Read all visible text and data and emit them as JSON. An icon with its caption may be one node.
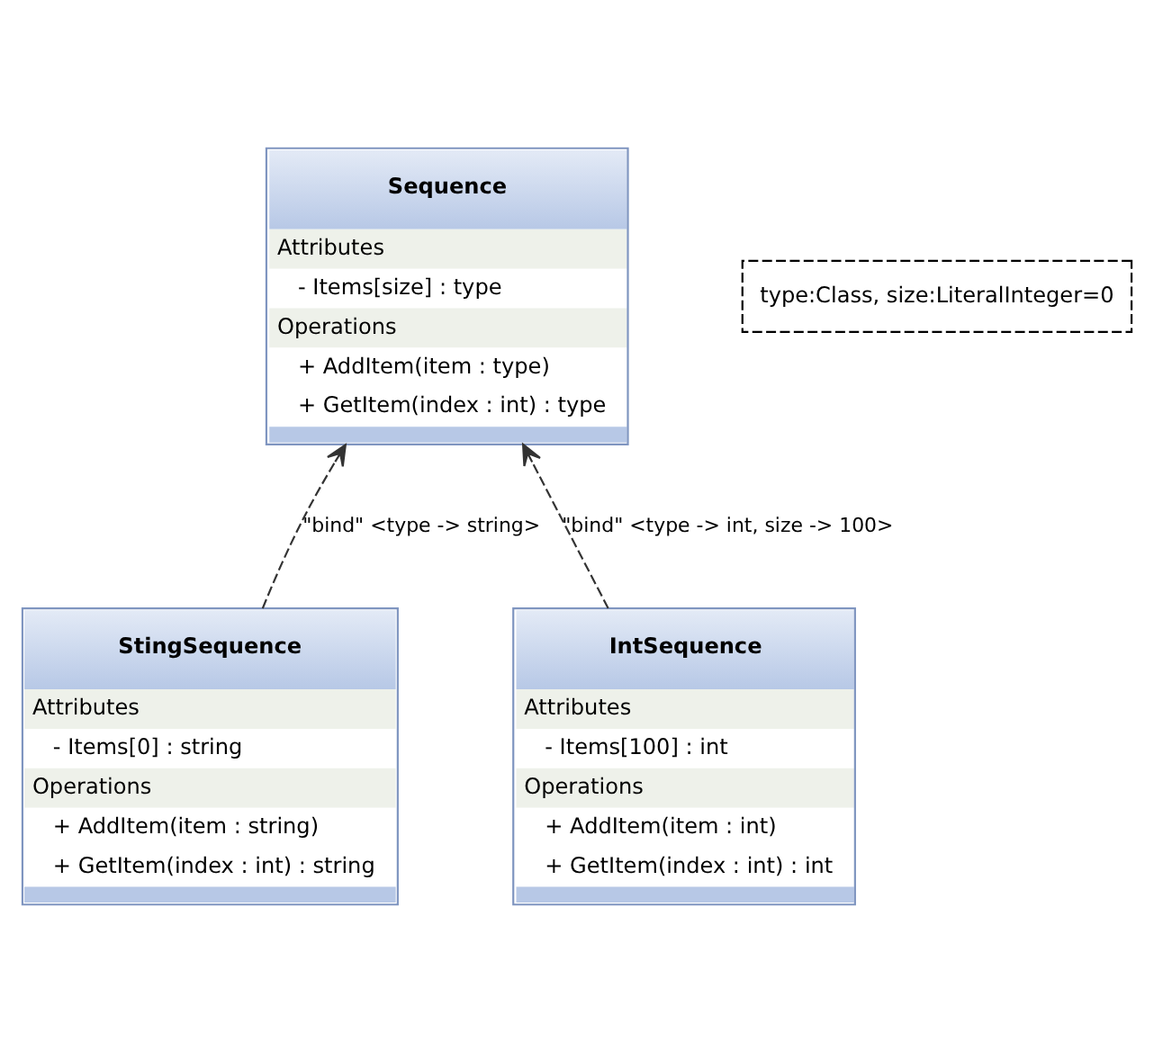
{
  "diagram": {
    "nodes": [
      {
        "text": [
          "Sequence",
          "Attributes",
          "- Items[size] : type",
          "Operations",
          "+ AddItem(item : type)",
          "+ GetItem(index : int) : type"
        ]
      },
      {
        "text": [
          "type:Class, size:LiteralInteger=0"
        ]
      },
      {
        "text": [
          "StingSequence",
          "Attributes",
          "- Items[0] : string",
          "Operations",
          "+ AddItem(item : string)",
          "+ GetItem(index : int) : string"
        ]
      },
      {
        "text": [
          "IntSequence",
          "Attributes",
          "- Items[100] : int",
          "Operations",
          "+ AddItem(item : int)",
          "+ GetItem(index : int) : int"
        ]
      }
    ],
    "edges": [
      {
        "from": 3,
        "to": 0,
        "arrow": "to",
        "label": "\"bind\" <type -> int, size -> 100>",
        "style": "dashed"
      },
      {
        "from": 2,
        "to": 0,
        "arrow": "to",
        "label": "\"bind\" <type -> string>",
        "style": "dashed"
      }
    ]
  }
}
